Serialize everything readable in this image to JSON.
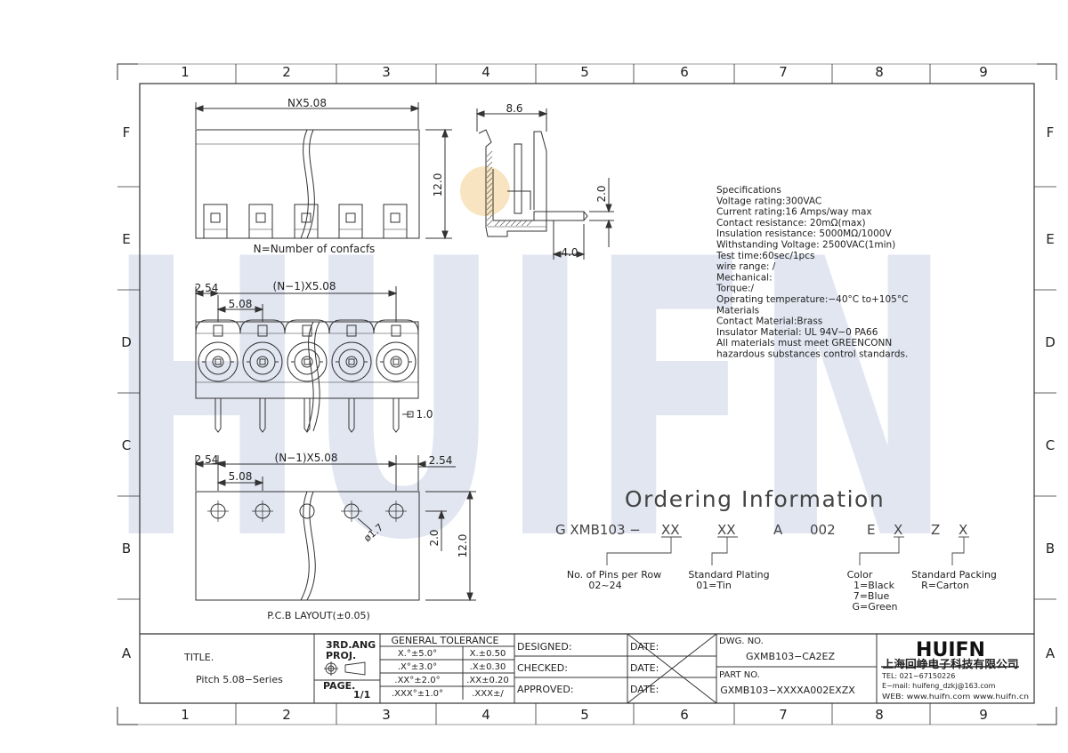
{
  "grid": {
    "columns": [
      "1",
      "2",
      "3",
      "4",
      "5",
      "6",
      "7",
      "8",
      "9"
    ],
    "rows": [
      "F",
      "E",
      "D",
      "C",
      "B",
      "A"
    ]
  },
  "dimensions": {
    "top_width": "NX5.08",
    "side_width": "8.6",
    "height_12": "12.0",
    "height_2": "2.0",
    "pin_offset": "4.0",
    "n_contacts_note": "N=Number of confacfs",
    "pitch_label_top": "(N−1)X5.08",
    "edge_254_a": "2.54",
    "pitch_508_a": "5.08",
    "pin_size": "1.0",
    "pitch_label_pcb": "(N−1)X5.08",
    "edge_254_b": "2.54",
    "edge_254_c": "2.54",
    "pitch_508_b": "5.08",
    "hole_dia": "ø1.7",
    "pcb_height_2": "2.0",
    "pcb_height_12": "12.0",
    "pcb_layout": "P.C.B LAYOUT(±0.05)"
  },
  "specifications": [
    "Specifications",
    "Voltage rating:300VAC",
    "Current rating:16 Amps/way max",
    "Contact resistance: 20mΩ(max)",
    "Insulation resistance: 5000MΩ/1000V",
    "Withstanding Voltage: 2500VAC(1min)",
    "Test time:60sec/1pcs",
    "wire range: /",
    "Mechanical:",
    "Torque:/",
    "Operating temperature:−40°C to+105°C",
    "Materials",
    "Contact Material:Brass",
    "Insulator Material: UL 94V−0 PA66",
    "All materials must meet GREENCONN",
    "hazardous substances control standards."
  ],
  "ordering": {
    "title": "Ordering Information",
    "code_prefix": "G XMB103 −",
    "code_xx1": "XX",
    "code_xx2": "XX",
    "code_a": "A",
    "code_002": "002",
    "code_e": "E",
    "code_x1": "X",
    "code_z": "Z",
    "code_x2": "X",
    "pins_label": "No. of Pins per Row",
    "pins_range": "02~24",
    "plating_label": "Standard Plating",
    "plating_value": "01=Tin",
    "color_label": "Color",
    "color_1": "1=Black",
    "color_7": "7=Blue",
    "color_g": "G=Green",
    "packing_label": "Standard Packing",
    "packing_value": "R=Carton"
  },
  "title_block": {
    "title_label": "TITLE.",
    "title_value": "Pitch 5.08−Series",
    "proj_label_1": "3RD.ANG",
    "proj_label_2": "PROJ.",
    "page_label": "PAGE.",
    "page_value": "1/1",
    "tolerance_header": "GENERAL TOLERANCE",
    "tol": [
      [
        "X.°±5.0°",
        "X.±0.50"
      ],
      [
        ".X°±3.0°",
        ".X±0.30"
      ],
      [
        ".XX°±2.0°",
        ".XX±0.20"
      ],
      [
        ".XXX°±1.0°",
        ".XXX±/"
      ]
    ],
    "designed": "DESIGNED:",
    "checked": "CHECKED:",
    "approved": "APPROVED:",
    "date": "DATE:",
    "dwg_label": "DWG. NO.",
    "dwg_value": "GXMB103−CA2EZ",
    "part_label": "PART NO.",
    "part_value": "GXMB103−XXXXA002EXZX",
    "logo": "HUIFN",
    "company": "上海回峥电子科技有限公司",
    "tel": "TEL: 021−67150226",
    "email": "E−mail: huifeng_dzkj@163.com",
    "web": "WEB: www.huifn.com   www.huifn.cn"
  },
  "watermark": "HUIFN",
  "colors": {
    "line": "#333333",
    "watermark": "#c9d2e6",
    "accent_dot": "#f6ddb0"
  }
}
